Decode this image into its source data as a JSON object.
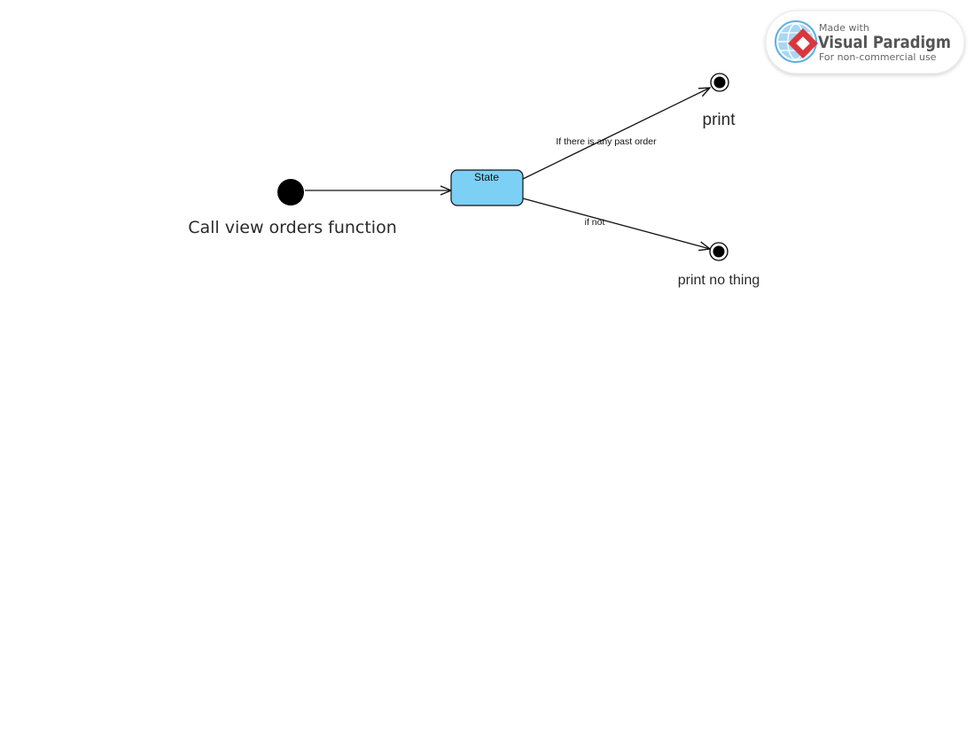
{
  "diagram": {
    "initial_node": {
      "label": "Call view orders function"
    },
    "state": {
      "name": "State",
      "fill": "#7ccff5"
    },
    "transitions": [
      {
        "guard": ""
      },
      {
        "guard": "If there is any past order"
      },
      {
        "guard": "if not"
      }
    ],
    "final_nodes": [
      {
        "label": "print"
      },
      {
        "label": "print no thing"
      }
    ]
  },
  "watermark": {
    "line1": "Made with",
    "line2": "Visual Paradigm",
    "line3": "For non-commercial use",
    "icon": "visual-paradigm-logo",
    "colors": {
      "globe": "#5fb0e0",
      "diamond": "#d9363e"
    }
  }
}
